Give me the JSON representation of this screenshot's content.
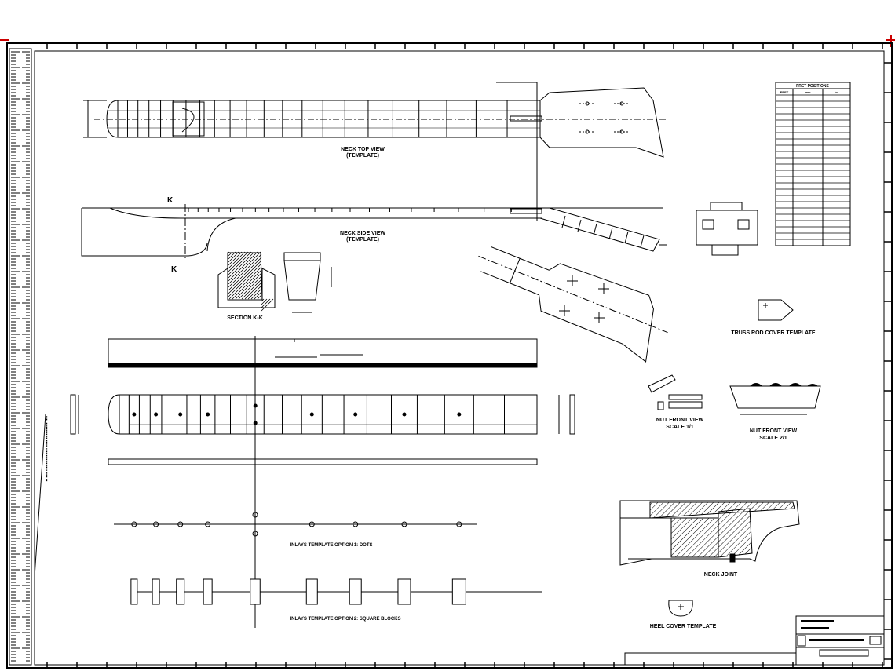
{
  "labels": {
    "neck_top": [
      "NECK TOP VIEW",
      "(TEMPLATE)"
    ],
    "neck_side": [
      "NECK SIDE VIEW",
      "(TEMPLATE)"
    ],
    "section": "SECTION K-K",
    "truss_rod_cover": "TRUSS ROD COVER TEMPLATE",
    "nut_front_left": [
      "NUT FRONT VIEW",
      "SCALE 1/1"
    ],
    "nut_front_right": [
      "NUT FRONT VIEW",
      "SCALE 2/1"
    ],
    "inlays_dots": "INLAYS TEMPLATE OPTION 1: DOTS",
    "inlays_blocks": "INLAYS TEMPLATE OPTION 2: SQUARE BLOCKS",
    "neck_joint": "NECK JOINT",
    "heel_cover": "HEEL COVER TEMPLATE",
    "section_mark": "K"
  },
  "fret_table": {
    "title": "FRET POSITIONS",
    "columns": [
      "FRET",
      "mm",
      "in"
    ],
    "row_count": 24
  },
  "colors": {
    "line": "#000000",
    "paper": "#ffffff",
    "corner_mark": "#cc0000"
  }
}
